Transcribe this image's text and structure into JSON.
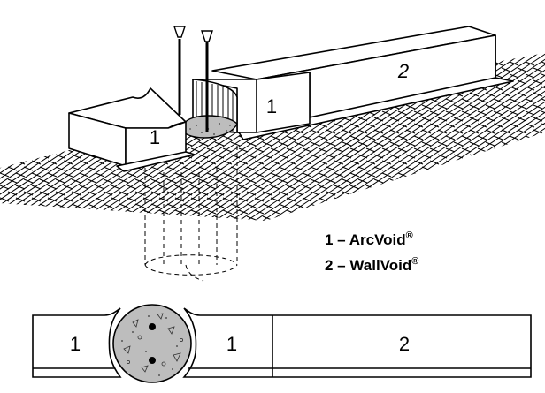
{
  "iso_view": {
    "arcvoid_left_number": "1",
    "arcvoid_right_number": "1",
    "wallvoid_number": "2"
  },
  "legend": {
    "item1_prefix": "1 – ArcVoid",
    "item1_mark": "®",
    "item2_prefix": "2 – WallVoid",
    "item2_mark": "®"
  },
  "plan_view": {
    "arcvoid_left_number": "1",
    "arcvoid_right_number": "1",
    "wallvoid_number": "2"
  },
  "colors": {
    "stroke": "#000000",
    "concrete": "#bdbdbd",
    "fill": "#ffffff"
  }
}
